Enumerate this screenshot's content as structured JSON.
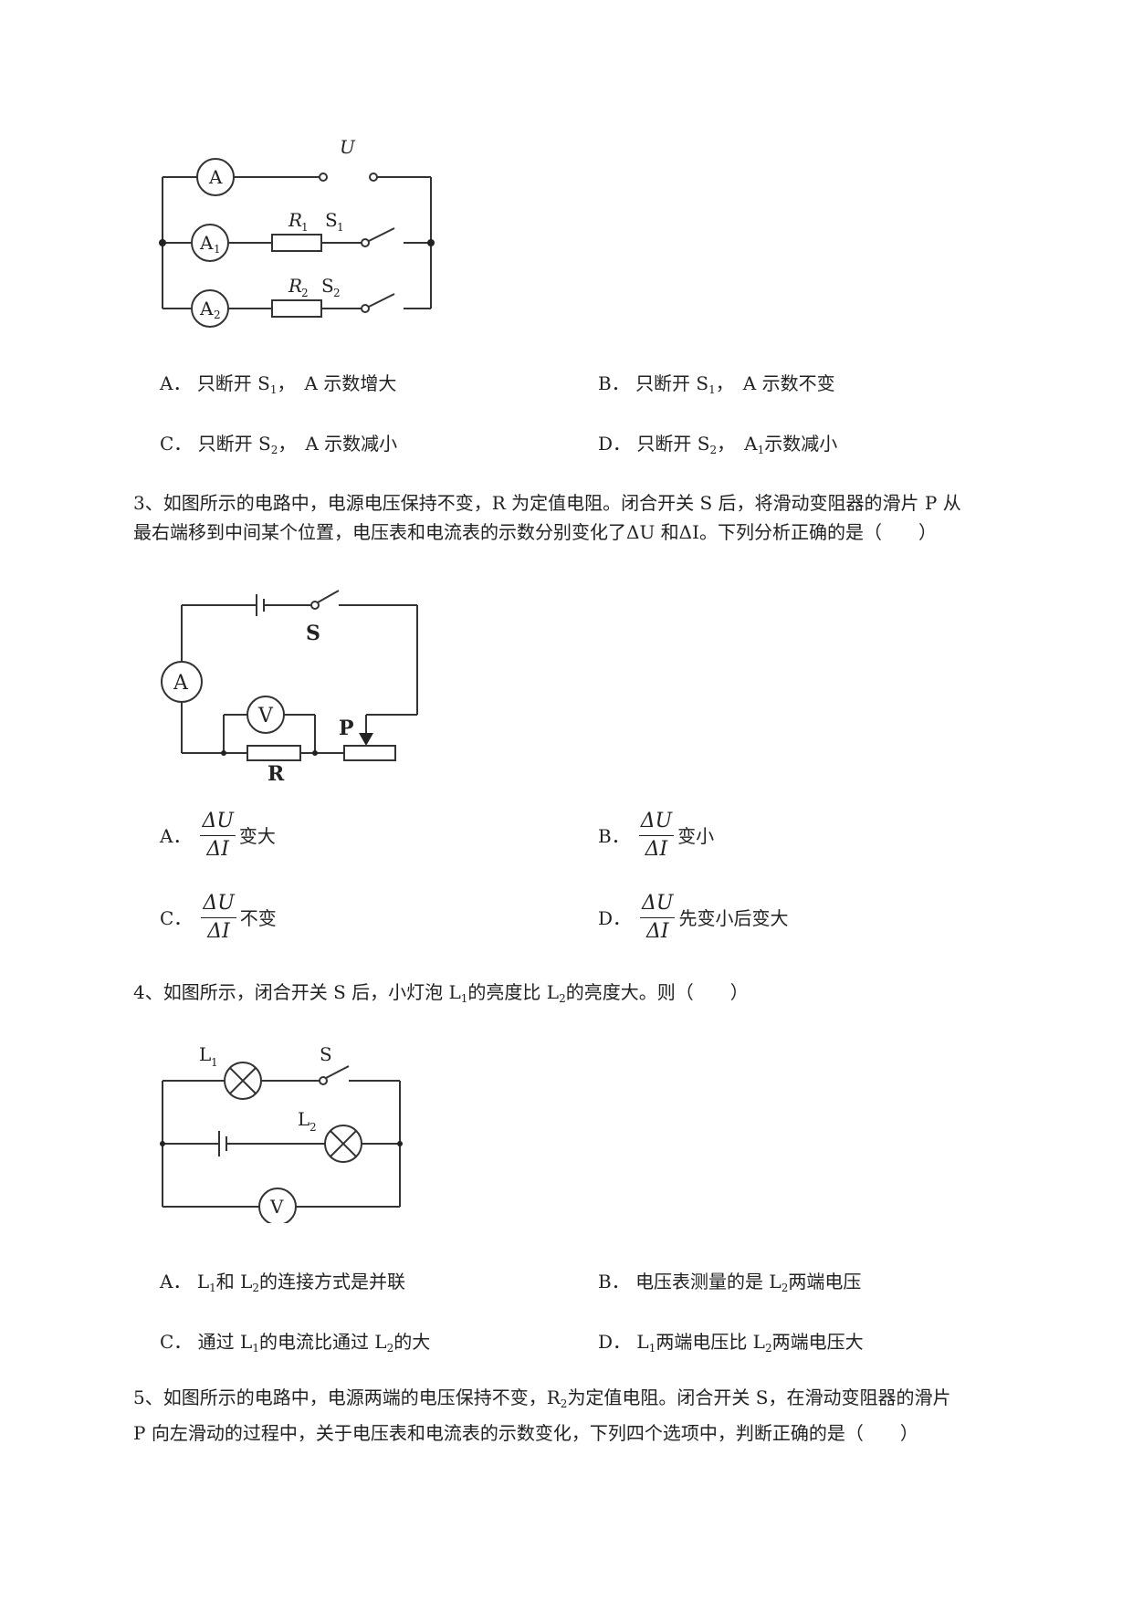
{
  "q2": {
    "diagram": {
      "U": "U",
      "A": "A",
      "A1": "A",
      "A1_sub": "1",
      "A2": "A",
      "A2_sub": "2",
      "R1": "R",
      "R1_sub": "1",
      "R2": "R",
      "R2_sub": "2",
      "S1": "S",
      "S1_sub": "1",
      "S2": "S",
      "S2_sub": "2"
    },
    "options": [
      {
        "letter": "A．",
        "pre": "只断开 S",
        "sub": "1",
        "post": "，　A 示数增大"
      },
      {
        "letter": "B．",
        "pre": "只断开 S",
        "sub": "1",
        "post": "，　A 示数不变"
      },
      {
        "letter": "C．",
        "pre": "只断开 S",
        "sub": "2",
        "post": "，　A 示数减小"
      },
      {
        "letter": "D．",
        "pre": "只断开 S",
        "sub": "2",
        "post": "，　A",
        "sub2": "1",
        "post2": "示数减小"
      }
    ]
  },
  "q3": {
    "line1": "3、如图所示的电路中，电源电压保持不变，R 为定值电阻。闭合开关 S 后，将滑动变阻器的滑片 P 从",
    "line2": "最右端移到中间某个位置，电压表和电流表的示数分别变化了ΔU 和ΔI。下列分析正确的是（　　）",
    "diagram": {
      "S": "S",
      "A": "A",
      "V": "V",
      "P": "P",
      "R": "R"
    },
    "frac_num": "ΔU",
    "frac_den": "ΔI",
    "options": [
      {
        "letter": "A．",
        "text": "变大"
      },
      {
        "letter": "B．",
        "text": "变小"
      },
      {
        "letter": "C．",
        "text": "不变"
      },
      {
        "letter": "D．",
        "text": "先变小后变大"
      }
    ]
  },
  "q4": {
    "stem_pre": "4、如图所示，闭合开关 S 后，小灯泡 L",
    "stem_sub1": "1",
    "stem_mid": "的亮度比 L",
    "stem_sub2": "2",
    "stem_post": "的亮度大。则（　　）",
    "diagram": {
      "L1": "L",
      "L1_sub": "1",
      "L2": "L",
      "L2_sub": "2",
      "S": "S",
      "V": "V"
    },
    "options": [
      {
        "letter": "A．",
        "parts": [
          "L",
          "1",
          "和 L",
          "2",
          "的连接方式是并联"
        ]
      },
      {
        "letter": "B．",
        "parts": [
          "电压表测量的是 L",
          "2",
          "两端电压"
        ]
      },
      {
        "letter": "C．",
        "parts": [
          "通过 L",
          "1",
          "的电流比通过 L",
          "2",
          "的大"
        ]
      },
      {
        "letter": "D．",
        "parts": [
          "L",
          "1",
          "两端电压比 L",
          "2",
          "两端电压大"
        ]
      }
    ]
  },
  "q5": {
    "line1_pre": "5、如图所示的电路中，电源两端的电压保持不变，R",
    "line1_sub": "2",
    "line1_post": "为定值电阻。闭合开关 S，在滑动变阻器的滑片",
    "line2": "P 向左滑动的过程中，关于电压表和电流表的示数变化，下列四个选项中，判断正确的是（　　）"
  }
}
